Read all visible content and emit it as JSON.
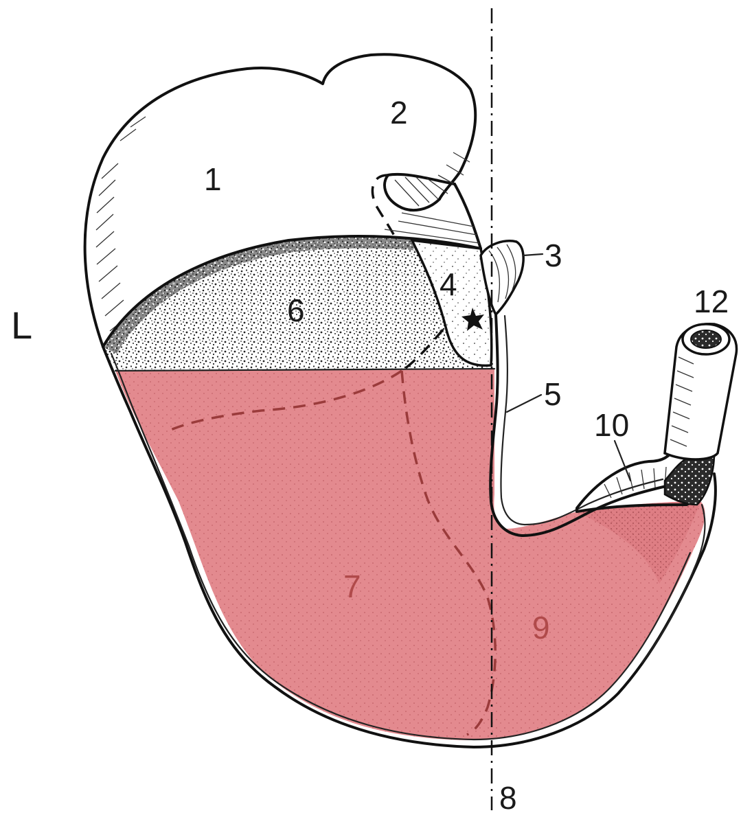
{
  "colors": {
    "fluid": "#e38a8f",
    "fluid_dark": "#c2585f",
    "gas_stipple": "#222222",
    "outline": "#111111",
    "label_red": "#b04a4a"
  },
  "side_label": "L",
  "labels": [
    {
      "id": "1",
      "text": "1"
    },
    {
      "id": "2",
      "text": "2"
    },
    {
      "id": "3",
      "text": "3"
    },
    {
      "id": "4",
      "text": "4"
    },
    {
      "id": "5",
      "text": "5"
    },
    {
      "id": "6",
      "text": "6"
    },
    {
      "id": "7",
      "text": "7"
    },
    {
      "id": "8",
      "text": "8"
    },
    {
      "id": "9",
      "text": "9"
    },
    {
      "id": "10",
      "text": "10"
    },
    {
      "id": "12",
      "text": "12"
    }
  ]
}
